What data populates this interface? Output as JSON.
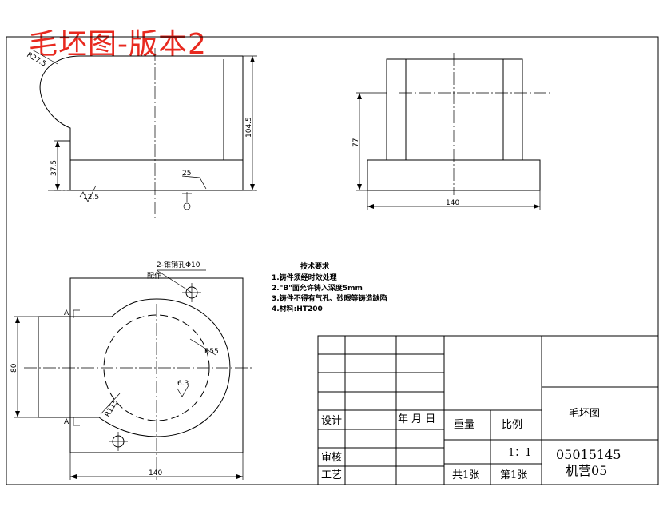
{
  "title": "毛坯图-版本2",
  "dimensions": {
    "r_top": "R27.5",
    "h_104_5": "104.5",
    "h_37_5": "37.5",
    "h_77": "77",
    "w_140_front": "140",
    "w_140_top": "140",
    "h_80": "80",
    "r_55": "R55",
    "r_115": "R115",
    "holes": "2-锥销孔Φ10",
    "holes_note": "配作",
    "roughness_a": "12.5",
    "roughness_b": "25",
    "roughness_c": "6.3",
    "section_a1": "A",
    "section_a2": "A"
  },
  "notes": {
    "heading": "技术要求",
    "items": [
      "1.铸件须经时效处理",
      "2.\"B\"面允许铸入深度5mm",
      "3.铸件不得有气孔、砂眼等铸造缺陷",
      "4.材料:HT200"
    ]
  },
  "title_block": {
    "design": "设计",
    "date": "年 月 日",
    "review": "审核",
    "process": "工艺",
    "weight": "重量",
    "scale_label": "比例",
    "scale_value": "1：1",
    "drawing_name": "毛坯图",
    "drawing_no": "05015145",
    "class": "机营05",
    "sheets_total": "共1张",
    "sheet_no": "第1张"
  }
}
